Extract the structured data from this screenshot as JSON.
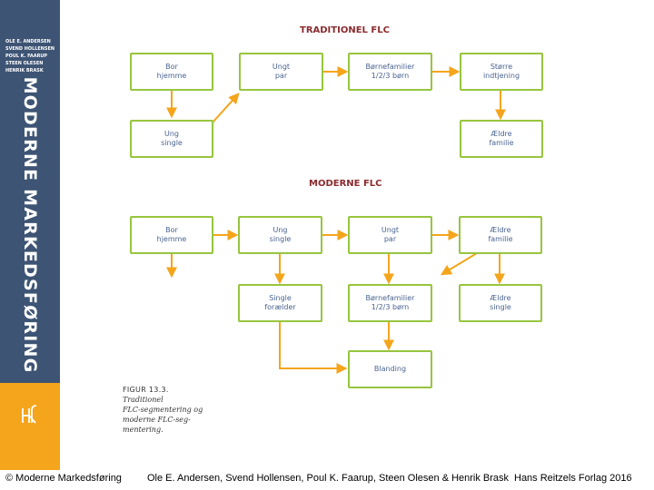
{
  "sidebar": {
    "authors": [
      "OLE E. ANDERSEN",
      "SVEND HOLLENSEN",
      "POUL K. FAARUP",
      "STEEN OLESEN",
      "HENRIK BRASK"
    ],
    "book_title": "MODERNE MARKEDSFØRING"
  },
  "diagram": {
    "traditional": {
      "title": "TRADITIONEL FLC",
      "boxes": {
        "bor_hjemme": "Bor\nhjemme",
        "ungt_par": "Ungt\npar",
        "bornefamilier": "Børnefamilier\n1/2/3 børn",
        "storre_indtjening": "Større\nindtjening",
        "ung_single": "Ung\nsingle",
        "aeldre_familie": "Ældre\nfamilie"
      }
    },
    "modern": {
      "title": "MODERNE FLC",
      "boxes": {
        "bor_hjemme": "Bor\nhjemme",
        "ung_single": "Ung\nsingle",
        "ungt_par": "Ungt\npar",
        "aeldre_familie": "Ældre\nfamilie",
        "single_foraelder": "Single\nforælder",
        "bornefamilier": "Børnefamilier\n1/2/3 børn",
        "aeldre_single": "Ældre\nsingle",
        "blanding": "Blanding"
      }
    },
    "caption": {
      "label": "FIGUR 13.3.",
      "text": "Traditionel\nFLC-segmentering og\nmoderne FLC-seg-\nmentering."
    },
    "colors": {
      "box_border": "#97c53e",
      "arrow": "#f4a51c",
      "title": "#8b2b2f",
      "box_text": "#4a6390"
    }
  },
  "footer": {
    "copyright": "© Moderne Markedsføring",
    "authors": "Ole E. Andersen, Svend Hollensen, Poul K. Faarup, Steen Olesen & Henrik Brask",
    "publisher": "Hans Reitzels Forlag 2016"
  }
}
